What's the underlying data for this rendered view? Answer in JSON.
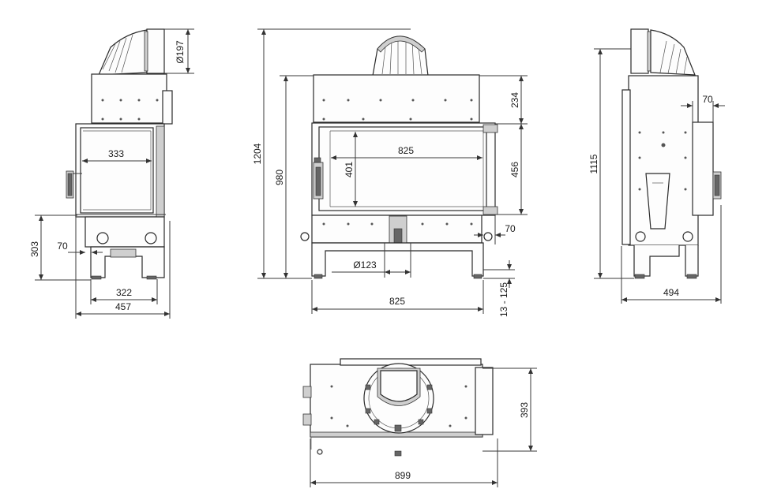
{
  "dimensions": {
    "front_left": {
      "flue_diameter": "Ø197",
      "glass_width": "333",
      "height_303": "303",
      "offset_70": "70",
      "leg_span": "322",
      "total_width": "457"
    },
    "front_center": {
      "total_height": "1204",
      "body_height": "980",
      "top_234": "234",
      "door_height": "456",
      "glass_height": "401",
      "glass_width": "825",
      "outlet_diameter": "Ø123",
      "offset_70": "70",
      "width_825": "825",
      "leg_range": "13 - 125"
    },
    "side_right": {
      "height_1115": "1115",
      "offset_70": "70",
      "depth_494": "494"
    },
    "top_view": {
      "depth_393": "393",
      "width_899": "899"
    }
  },
  "colors": {
    "line": "#3a3a3a",
    "fill_grey": "#cfcfcf"
  }
}
